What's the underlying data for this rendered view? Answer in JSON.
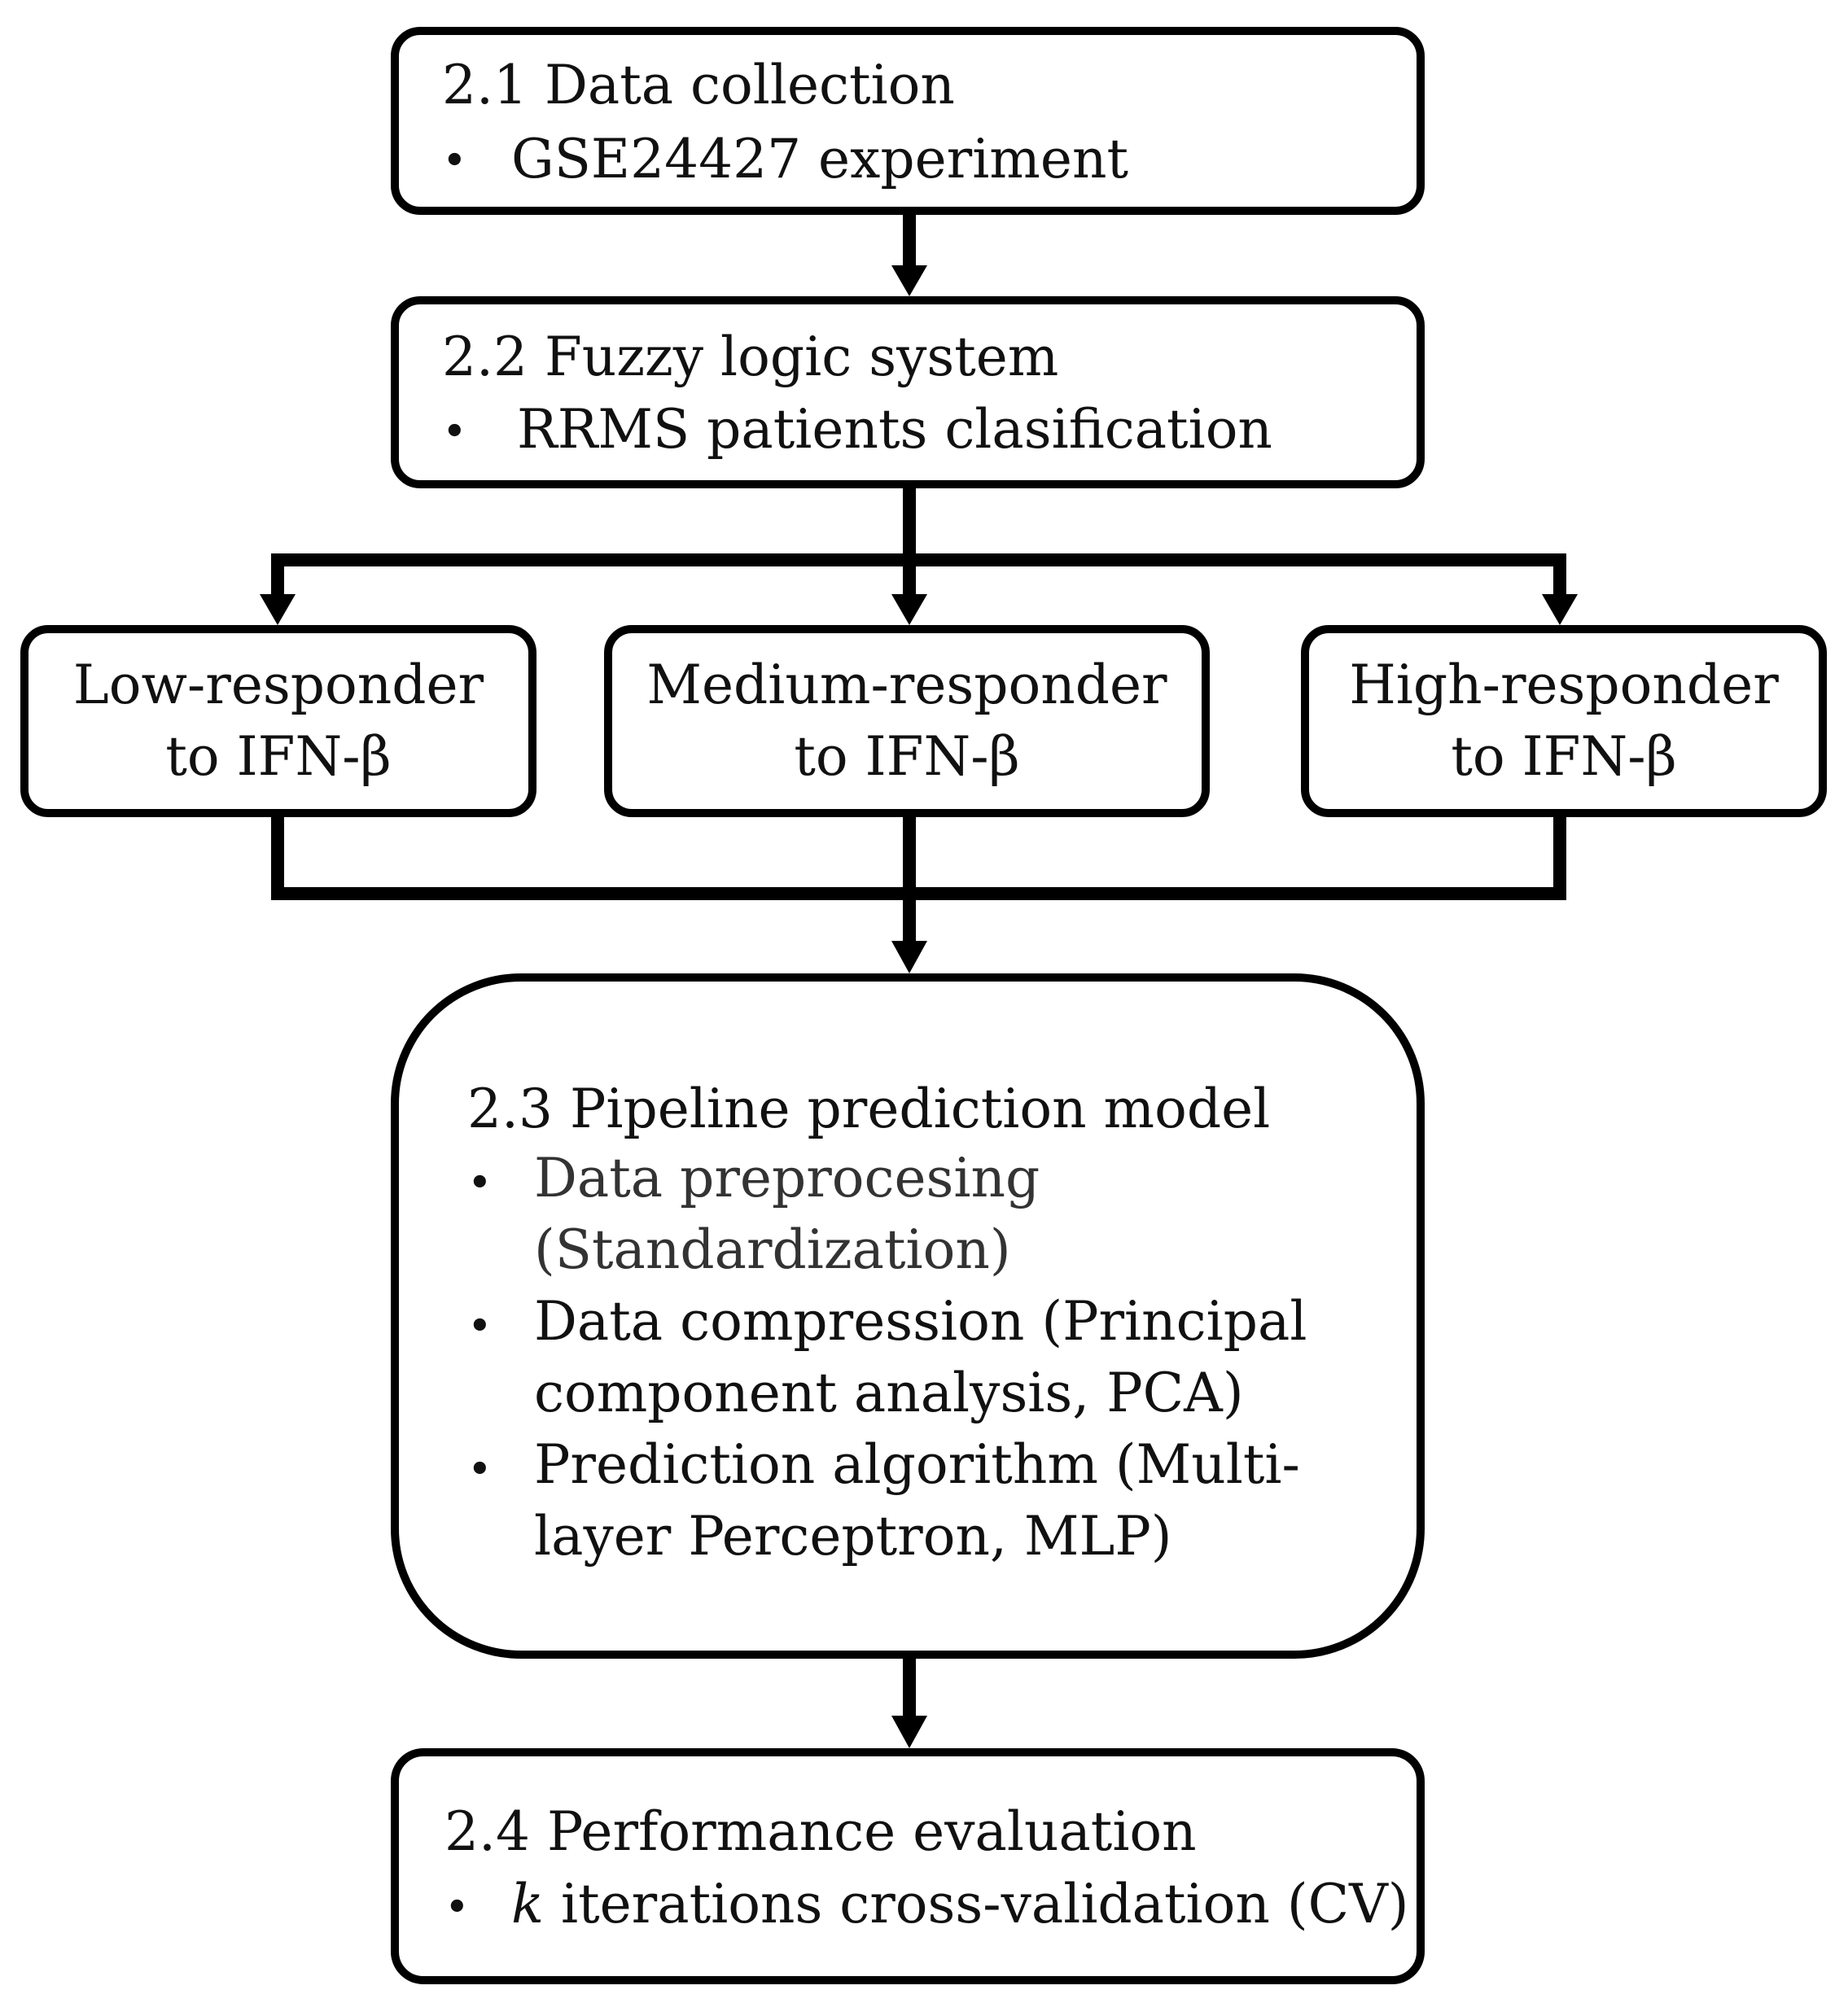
{
  "box_data_collection": {
    "title": "2.1 Data collection",
    "bullet": "GSE24427 experiment"
  },
  "box_fuzzy_logic": {
    "title": "2.2 Fuzzy logic system",
    "bullet": "RRMS patients clasification"
  },
  "responders": {
    "low": {
      "line1": "Low-responder",
      "line2": "to IFN-β"
    },
    "medium": {
      "line1": "Medium-responder",
      "line2": "to IFN-β"
    },
    "high": {
      "line1": "High-responder",
      "line2": "to IFN-β"
    }
  },
  "box_pipeline": {
    "title": "2.3 Pipeline prediction model",
    "bullets": [
      {
        "line1": "Data preprocesing",
        "line2": "(Standardization)"
      },
      {
        "line1": "Data compression (Principal",
        "line2": "component analysis, PCA)"
      },
      {
        "line1": "Prediction algorithm (Multi-",
        "line2": "layer Perceptron, MLP)"
      }
    ]
  },
  "box_performance": {
    "title": "2.4 Performance evaluation",
    "bullet_italic": "k",
    "bullet_rest": " iterations cross-validation (CV)"
  },
  "bullet_symbol": "•",
  "colors": {
    "stroke": "#000000",
    "text": "#111111",
    "background": "#ffffff"
  }
}
